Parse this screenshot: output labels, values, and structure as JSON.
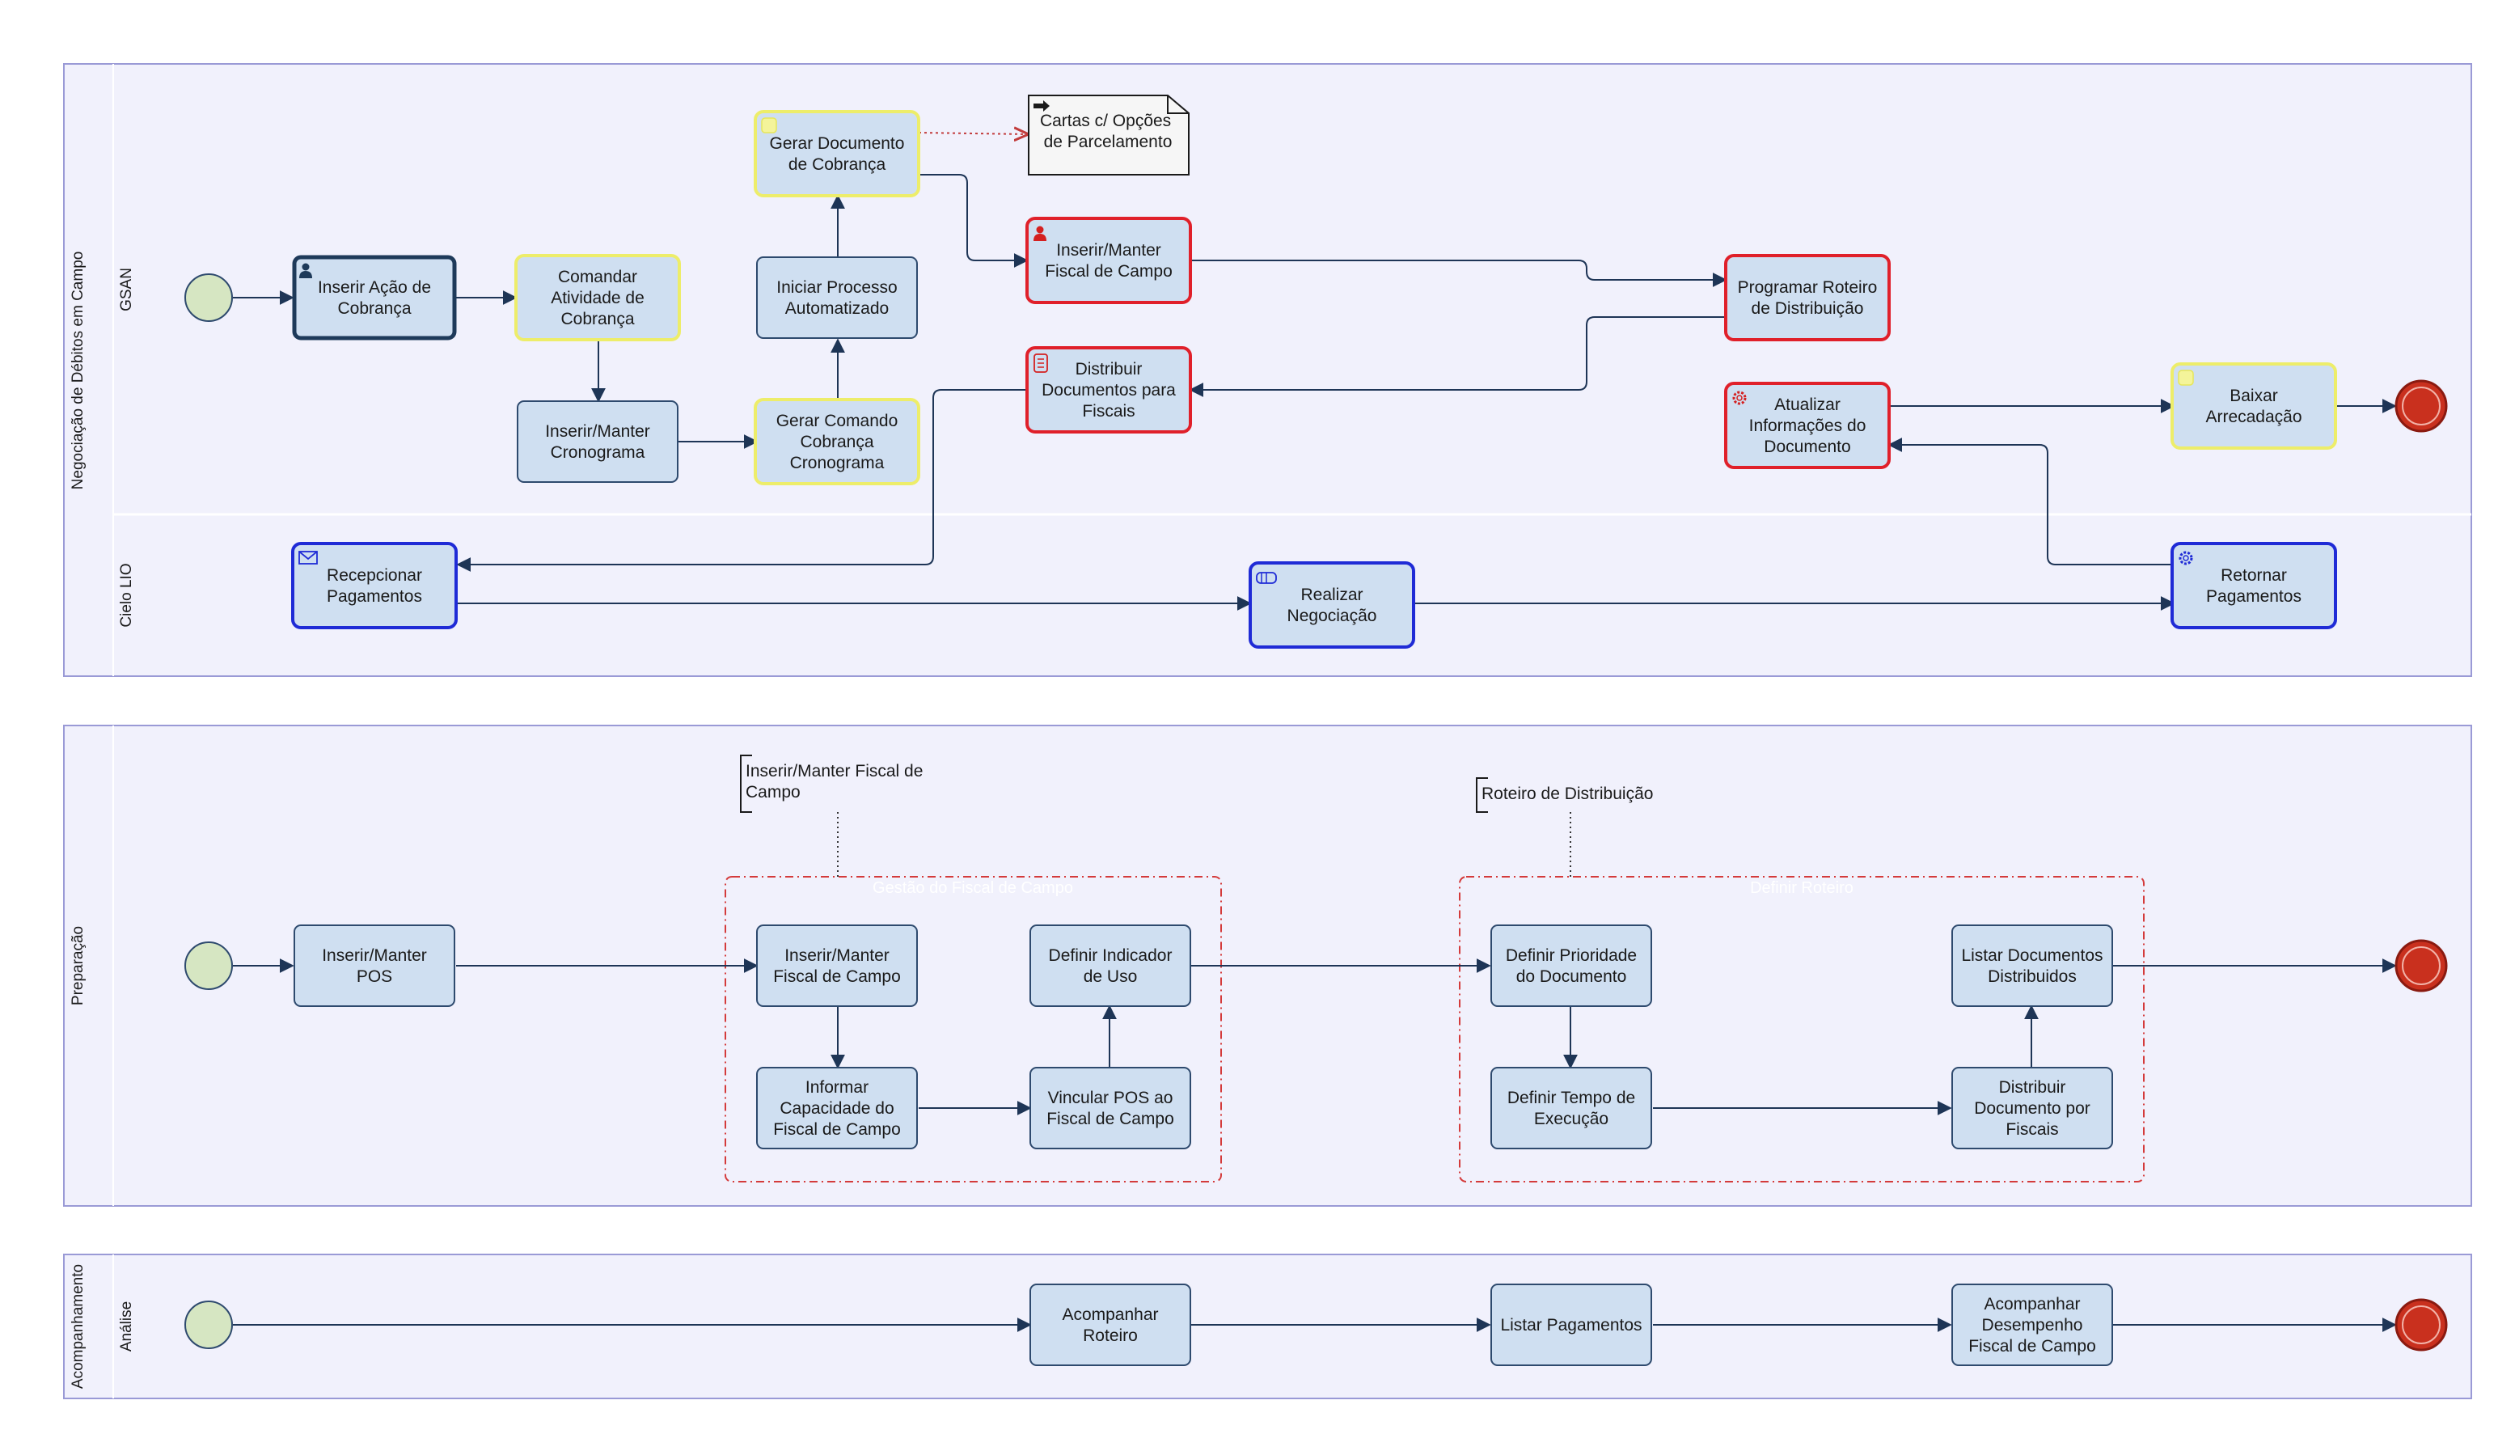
{
  "colors": {
    "pool_fill": "#f1f1fc",
    "pool_border": "#9a9ad6",
    "task_fill": "#cfdff1",
    "task_border": "#2e4a6e",
    "highlight_yellow": "#eded6a",
    "highlight_red": "#e0202a",
    "highlight_blue": "#1f2bd6",
    "start_fill": "#d6e6c2",
    "end_fill": "#c9301e",
    "flow": "#1e3556",
    "group_border": "#d43b3b"
  },
  "pools": {
    "negociacao": {
      "label": "Negociação de Débitos em Campo",
      "lanes": [
        "GSAN",
        "Cielo LIO"
      ]
    },
    "preparacao": {
      "label": "Preparação"
    },
    "acompanhamento": {
      "label": "Acompanhamento",
      "lanes": [
        "Análise"
      ]
    }
  },
  "tasks": {
    "inserir_acao": "Inserir Ação de|Cobrança",
    "comandar_atividade": "Comandar|Atividade de|Cobrança",
    "inserir_cronograma": "Inserir/Manter|Cronograma",
    "gerar_comando": "Gerar Comando|Cobrança|Cronograma",
    "iniciar_processo": "Iniciar Processo|Automatizado",
    "gerar_documento": "Gerar Documento|de Cobrança",
    "inserir_fiscal_gsan": "Inserir/Manter|Fiscal de Campo",
    "distribuir_documentos": "Distribuir|Documentos para|Fiscais",
    "programar_roteiro": "Programar Roteiro|de Distribuição",
    "atualizar_info": "Atualizar|Informações do|Documento",
    "baixar_arrecadacao": "Baixar|Arrecadação",
    "recepcionar_pagamentos": "Recepcionar|Pagamentos",
    "realizar_negociacao": "Realizar|Negociação",
    "retornar_pagamentos": "Retornar|Pagamentos",
    "inserir_pos": "Inserir/Manter|POS",
    "inserir_fiscal_prep": "Inserir/Manter|Fiscal de Campo",
    "informar_capacidade": "Informar|Capacidade do|Fiscal de Campo",
    "vincular_pos": "Vincular POS ao|Fiscal de Campo",
    "definir_indicador": "Definir Indicador|de Uso",
    "definir_prioridade": "Definir Prioridade|do Documento",
    "definir_tempo": "Definir Tempo de|Execução",
    "distribuir_documento": "Distribuir|Documento por|Fiscais",
    "listar_distribuidos": "Listar Documentos|Distribuidos",
    "acompanhar_roteiro": "Acompanhar|Roteiro",
    "listar_pagamentos": "Listar Pagamentos",
    "acompanhar_desempenho": "Acompanhar|Desempenho|Fiscal de Campo"
  },
  "data_object": "Cartas  c/ Opções|de  Parcelamento",
  "groups": {
    "gestao_fiscal": "Gestão do Fiscal de Campo",
    "definir_roteiro": "Definir Roteiro"
  },
  "annotations": {
    "fiscal": "Inserir/Manter Fiscal de|Campo",
    "roteiro": "Roteiro de Distribuição"
  }
}
